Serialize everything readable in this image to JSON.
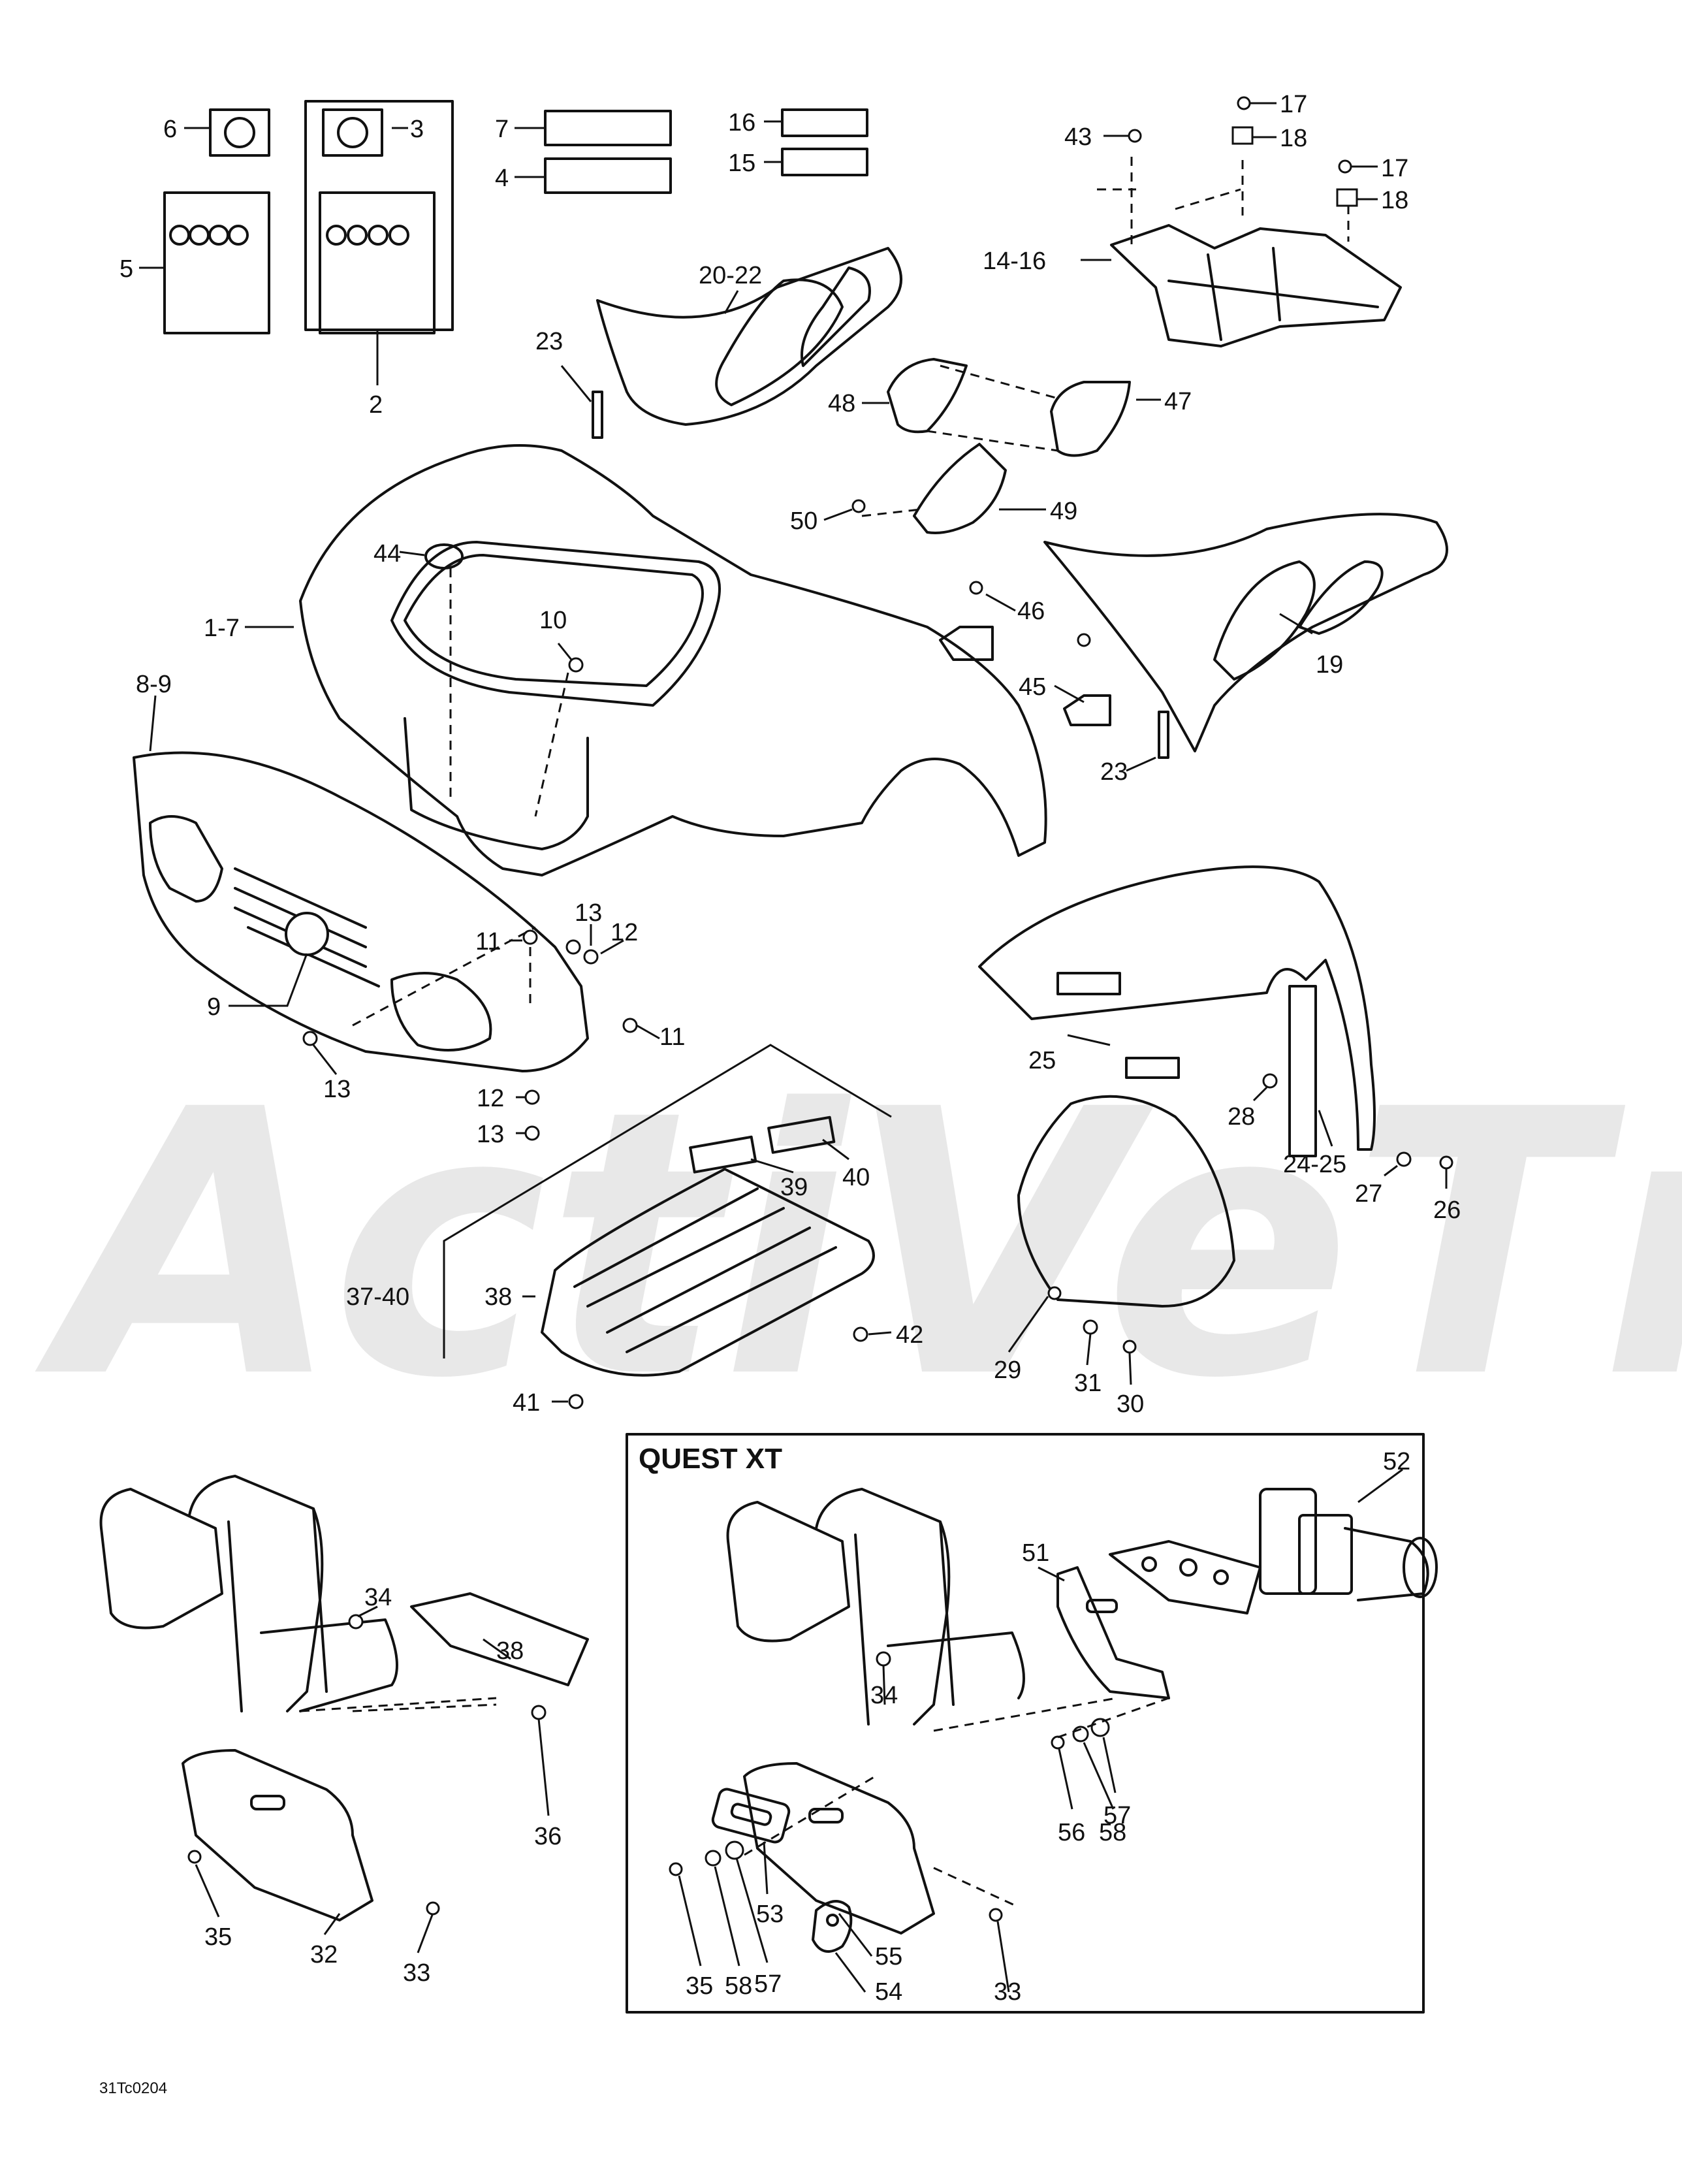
{
  "watermark": "ActiVeTm",
  "inset_box": {
    "title": "QUEST XT"
  },
  "drawing_code": "31Tc0204",
  "callouts": [
    {
      "id": "c-6",
      "text": "6"
    },
    {
      "id": "c-3",
      "text": "3"
    },
    {
      "id": "c-5",
      "text": "5"
    },
    {
      "id": "c-2",
      "text": "2"
    },
    {
      "id": "c-7",
      "text": "7"
    },
    {
      "id": "c-4",
      "text": "4"
    },
    {
      "id": "c-16",
      "text": "16"
    },
    {
      "id": "c-15",
      "text": "15"
    },
    {
      "id": "c-17a",
      "text": "17"
    },
    {
      "id": "c-43",
      "text": "43"
    },
    {
      "id": "c-18a",
      "text": "18"
    },
    {
      "id": "c-17b",
      "text": "17"
    },
    {
      "id": "c-18b",
      "text": "18"
    },
    {
      "id": "c-14-16",
      "text": "14-16"
    },
    {
      "id": "c-20-22",
      "text": "20-22"
    },
    {
      "id": "c-23a",
      "text": "23"
    },
    {
      "id": "c-48",
      "text": "48"
    },
    {
      "id": "c-47",
      "text": "47"
    },
    {
      "id": "c-50",
      "text": "50"
    },
    {
      "id": "c-49",
      "text": "49"
    },
    {
      "id": "c-44",
      "text": "44"
    },
    {
      "id": "c-1-7",
      "text": "1-7"
    },
    {
      "id": "c-10",
      "text": "10"
    },
    {
      "id": "c-46",
      "text": "46"
    },
    {
      "id": "c-45",
      "text": "45"
    },
    {
      "id": "c-19",
      "text": "19"
    },
    {
      "id": "c-8-9",
      "text": "8-9"
    },
    {
      "id": "c-23b",
      "text": "23"
    },
    {
      "id": "c-13a",
      "text": "13"
    },
    {
      "id": "c-12a",
      "text": "12"
    },
    {
      "id": "c-11a",
      "text": "11"
    },
    {
      "id": "c-9",
      "text": "9"
    },
    {
      "id": "c-11b",
      "text": "11"
    },
    {
      "id": "c-13b",
      "text": "13"
    },
    {
      "id": "c-12b",
      "text": "12"
    },
    {
      "id": "c-13c",
      "text": "13"
    },
    {
      "id": "c-25",
      "text": "25"
    },
    {
      "id": "c-28",
      "text": "28"
    },
    {
      "id": "c-24-25",
      "text": "24-25"
    },
    {
      "id": "c-27",
      "text": "27"
    },
    {
      "id": "c-26",
      "text": "26"
    },
    {
      "id": "c-40",
      "text": "40"
    },
    {
      "id": "c-39",
      "text": "39"
    },
    {
      "id": "c-37-40",
      "text": "37-40"
    },
    {
      "id": "c-38a",
      "text": "38"
    },
    {
      "id": "c-42",
      "text": "42"
    },
    {
      "id": "c-41",
      "text": "41"
    },
    {
      "id": "c-29",
      "text": "29"
    },
    {
      "id": "c-31",
      "text": "31"
    },
    {
      "id": "c-30",
      "text": "30"
    },
    {
      "id": "c-52",
      "text": "52"
    },
    {
      "id": "c-51",
      "text": "51"
    },
    {
      "id": "c-34a",
      "text": "34"
    },
    {
      "id": "c-38b",
      "text": "38"
    },
    {
      "id": "c-36",
      "text": "36"
    },
    {
      "id": "c-35a",
      "text": "35"
    },
    {
      "id": "c-32",
      "text": "32"
    },
    {
      "id": "c-33a",
      "text": "33"
    },
    {
      "id": "c-34b",
      "text": "34"
    },
    {
      "id": "c-57a",
      "text": "57"
    },
    {
      "id": "c-58a",
      "text": "58"
    },
    {
      "id": "c-56",
      "text": "56"
    },
    {
      "id": "c-53",
      "text": "53"
    },
    {
      "id": "c-35b",
      "text": "35"
    },
    {
      "id": "c-58b",
      "text": "58"
    },
    {
      "id": "c-57b",
      "text": "57"
    },
    {
      "id": "c-55",
      "text": "55"
    },
    {
      "id": "c-54",
      "text": "54"
    },
    {
      "id": "c-33b",
      "text": "33"
    }
  ]
}
